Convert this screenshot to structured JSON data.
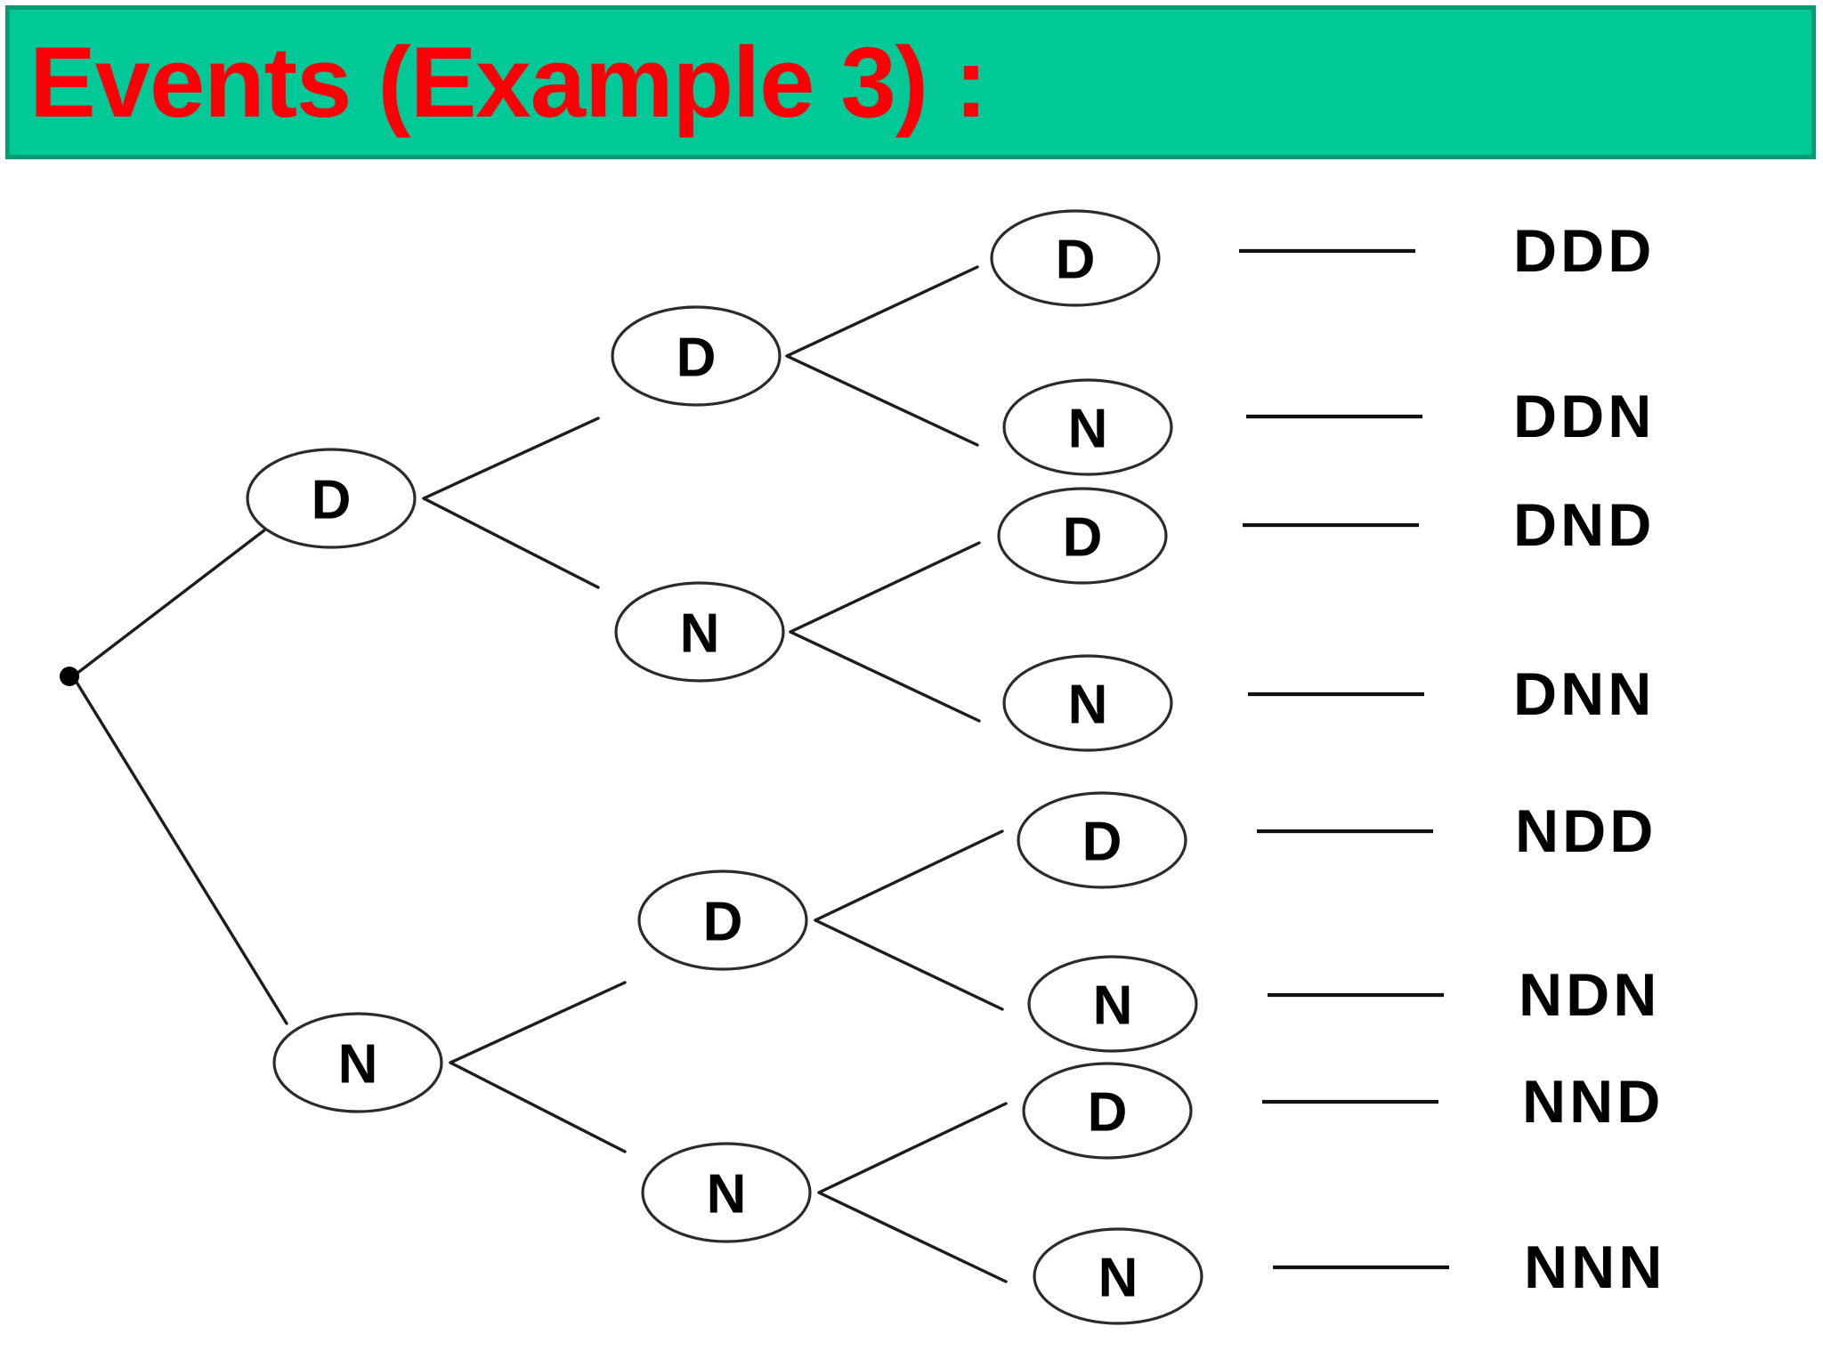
{
  "header": {
    "title": "Events (Example 3) :",
    "background_color": "#00c896",
    "border_color": "#079b74",
    "title_color": "#fb0007"
  },
  "diagram": {
    "type": "probability-tree",
    "description": "Three-stage binary probability tree with D and N branches producing eight outcomes",
    "root_label": "",
    "level1": [
      {
        "label": "D"
      },
      {
        "label": "N"
      }
    ],
    "level2": [
      {
        "label": "D",
        "parent": "D"
      },
      {
        "label": "N",
        "parent": "D"
      },
      {
        "label": "D",
        "parent": "N"
      },
      {
        "label": "N",
        "parent": "N"
      }
    ],
    "level3": [
      {
        "label": "D",
        "outcome": "DDD"
      },
      {
        "label": "N",
        "outcome": "DDN"
      },
      {
        "label": "D",
        "outcome": "DND"
      },
      {
        "label": "N",
        "outcome": "DNN"
      },
      {
        "label": "D",
        "outcome": "NDD"
      },
      {
        "label": "N",
        "outcome": "NDN"
      },
      {
        "label": "D",
        "outcome": "NND"
      },
      {
        "label": "N",
        "outcome": "NNN"
      }
    ],
    "outcomes": [
      "DDD",
      "DDN",
      "DND",
      "DNN",
      "NDD",
      "NDN",
      "NND",
      "NNN"
    ],
    "node_colors": {
      "fill": "#ffffff",
      "stroke": "#2b2b2b",
      "text": "#000000"
    },
    "line_color": "#1d1d1d"
  }
}
